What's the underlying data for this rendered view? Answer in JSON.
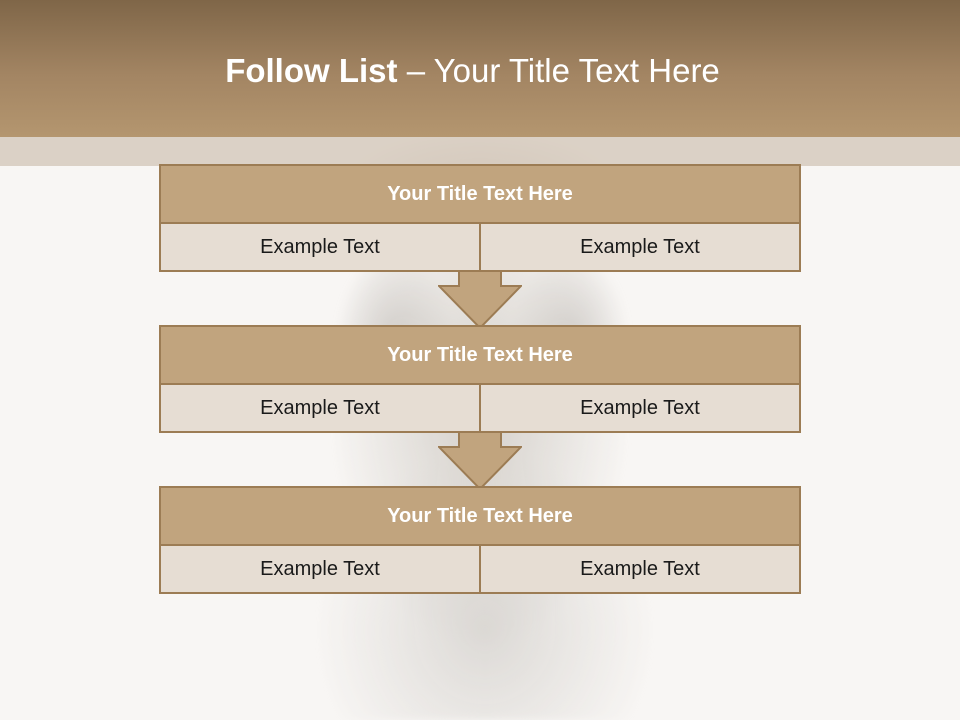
{
  "slide": {
    "title_bold": "Follow List",
    "title_rest": " – Your Title Text Here"
  },
  "blocks": [
    {
      "title": "Your Title Text Here",
      "left": "Example Text",
      "right": "Example Text"
    },
    {
      "title": "Your Title Text Here",
      "left": "Example Text",
      "right": "Example Text"
    },
    {
      "title": "Your Title Text Here",
      "left": "Example Text",
      "right": "Example Text"
    }
  ],
  "colors": {
    "header": "#a38563",
    "block_title": "#c1a47e",
    "block_body": "#e6ddd3",
    "border": "#9c7c54",
    "arrow": "#c1a47e"
  },
  "icons": [
    "down-arrow-icon",
    "down-arrow-icon"
  ]
}
